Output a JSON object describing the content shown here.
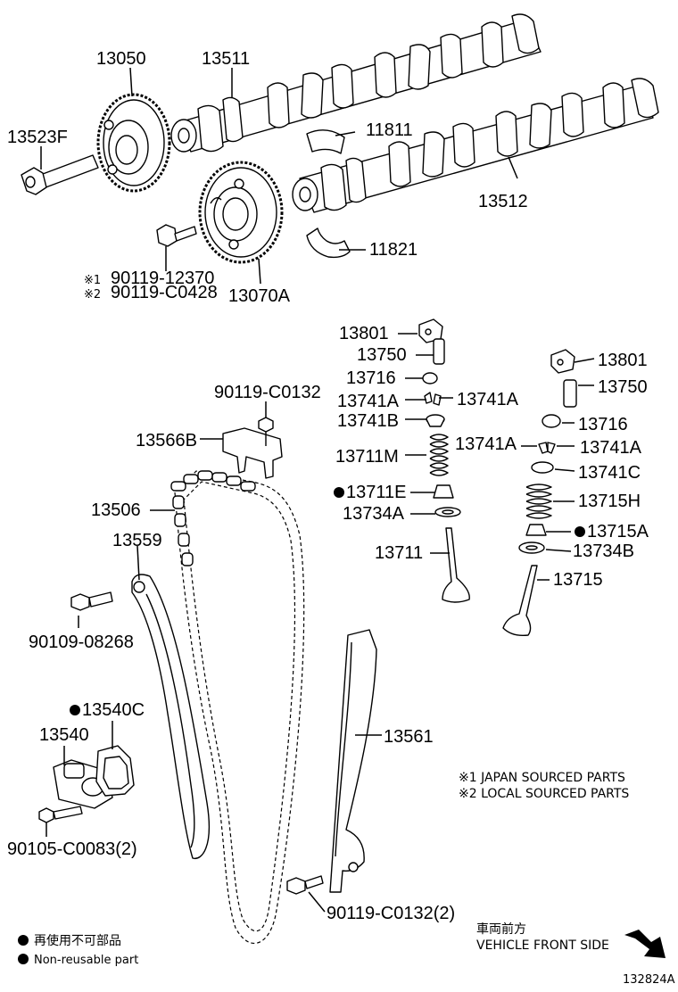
{
  "parts": {
    "p13050": "13050",
    "p13511": "13511",
    "p13523F": "13523F",
    "p11811": "11811",
    "p13512": "13512",
    "p11821": "11821",
    "p90119_12370": "90119-12370",
    "p90119_C0428": "90119-C0428",
    "p13070A": "13070A",
    "p13801_l": "13801",
    "p13750_l": "13750",
    "p13716_l": "13716",
    "p13741A_l1": "13741A",
    "p13741A_l2": "13741A",
    "p13741B": "13741B",
    "p13711M": "13711M",
    "p13711E": "13711E",
    "p13734A": "13734A",
    "p13711": "13711",
    "p13801_r": "13801",
    "p13750_r": "13750",
    "p13716_r": "13716",
    "p13741A_r1": "13741A",
    "p13741A_r2": "13741A",
    "p13741C": "13741C",
    "p13715H": "13715H",
    "p13715A": "13715A",
    "p13734B": "13734B",
    "p13715": "13715",
    "p90119_C0132_top": "90119-C0132",
    "p13566B": "13566B",
    "p13506": "13506",
    "p13559": "13559",
    "p90109_08268": "90109-08268",
    "p13540C": "13540C",
    "p13540": "13540",
    "p90105_C0083": "90105-C0083(2)",
    "p13561": "13561",
    "p90119_C0132_bot": "90119-C0132(2)"
  },
  "marks": {
    "note1": "※1",
    "note2": "※2"
  },
  "notes": {
    "japan": "※1 JAPAN SOURCED PARTS",
    "local": "※2 LOCAL SOURCED PARTS"
  },
  "legend": {
    "jp": "再使用不可部品",
    "en": "Non-reusable part"
  },
  "direction": {
    "jp": "車両前方",
    "en": "VEHICLE FRONT SIDE"
  },
  "figure_id": "132824A"
}
